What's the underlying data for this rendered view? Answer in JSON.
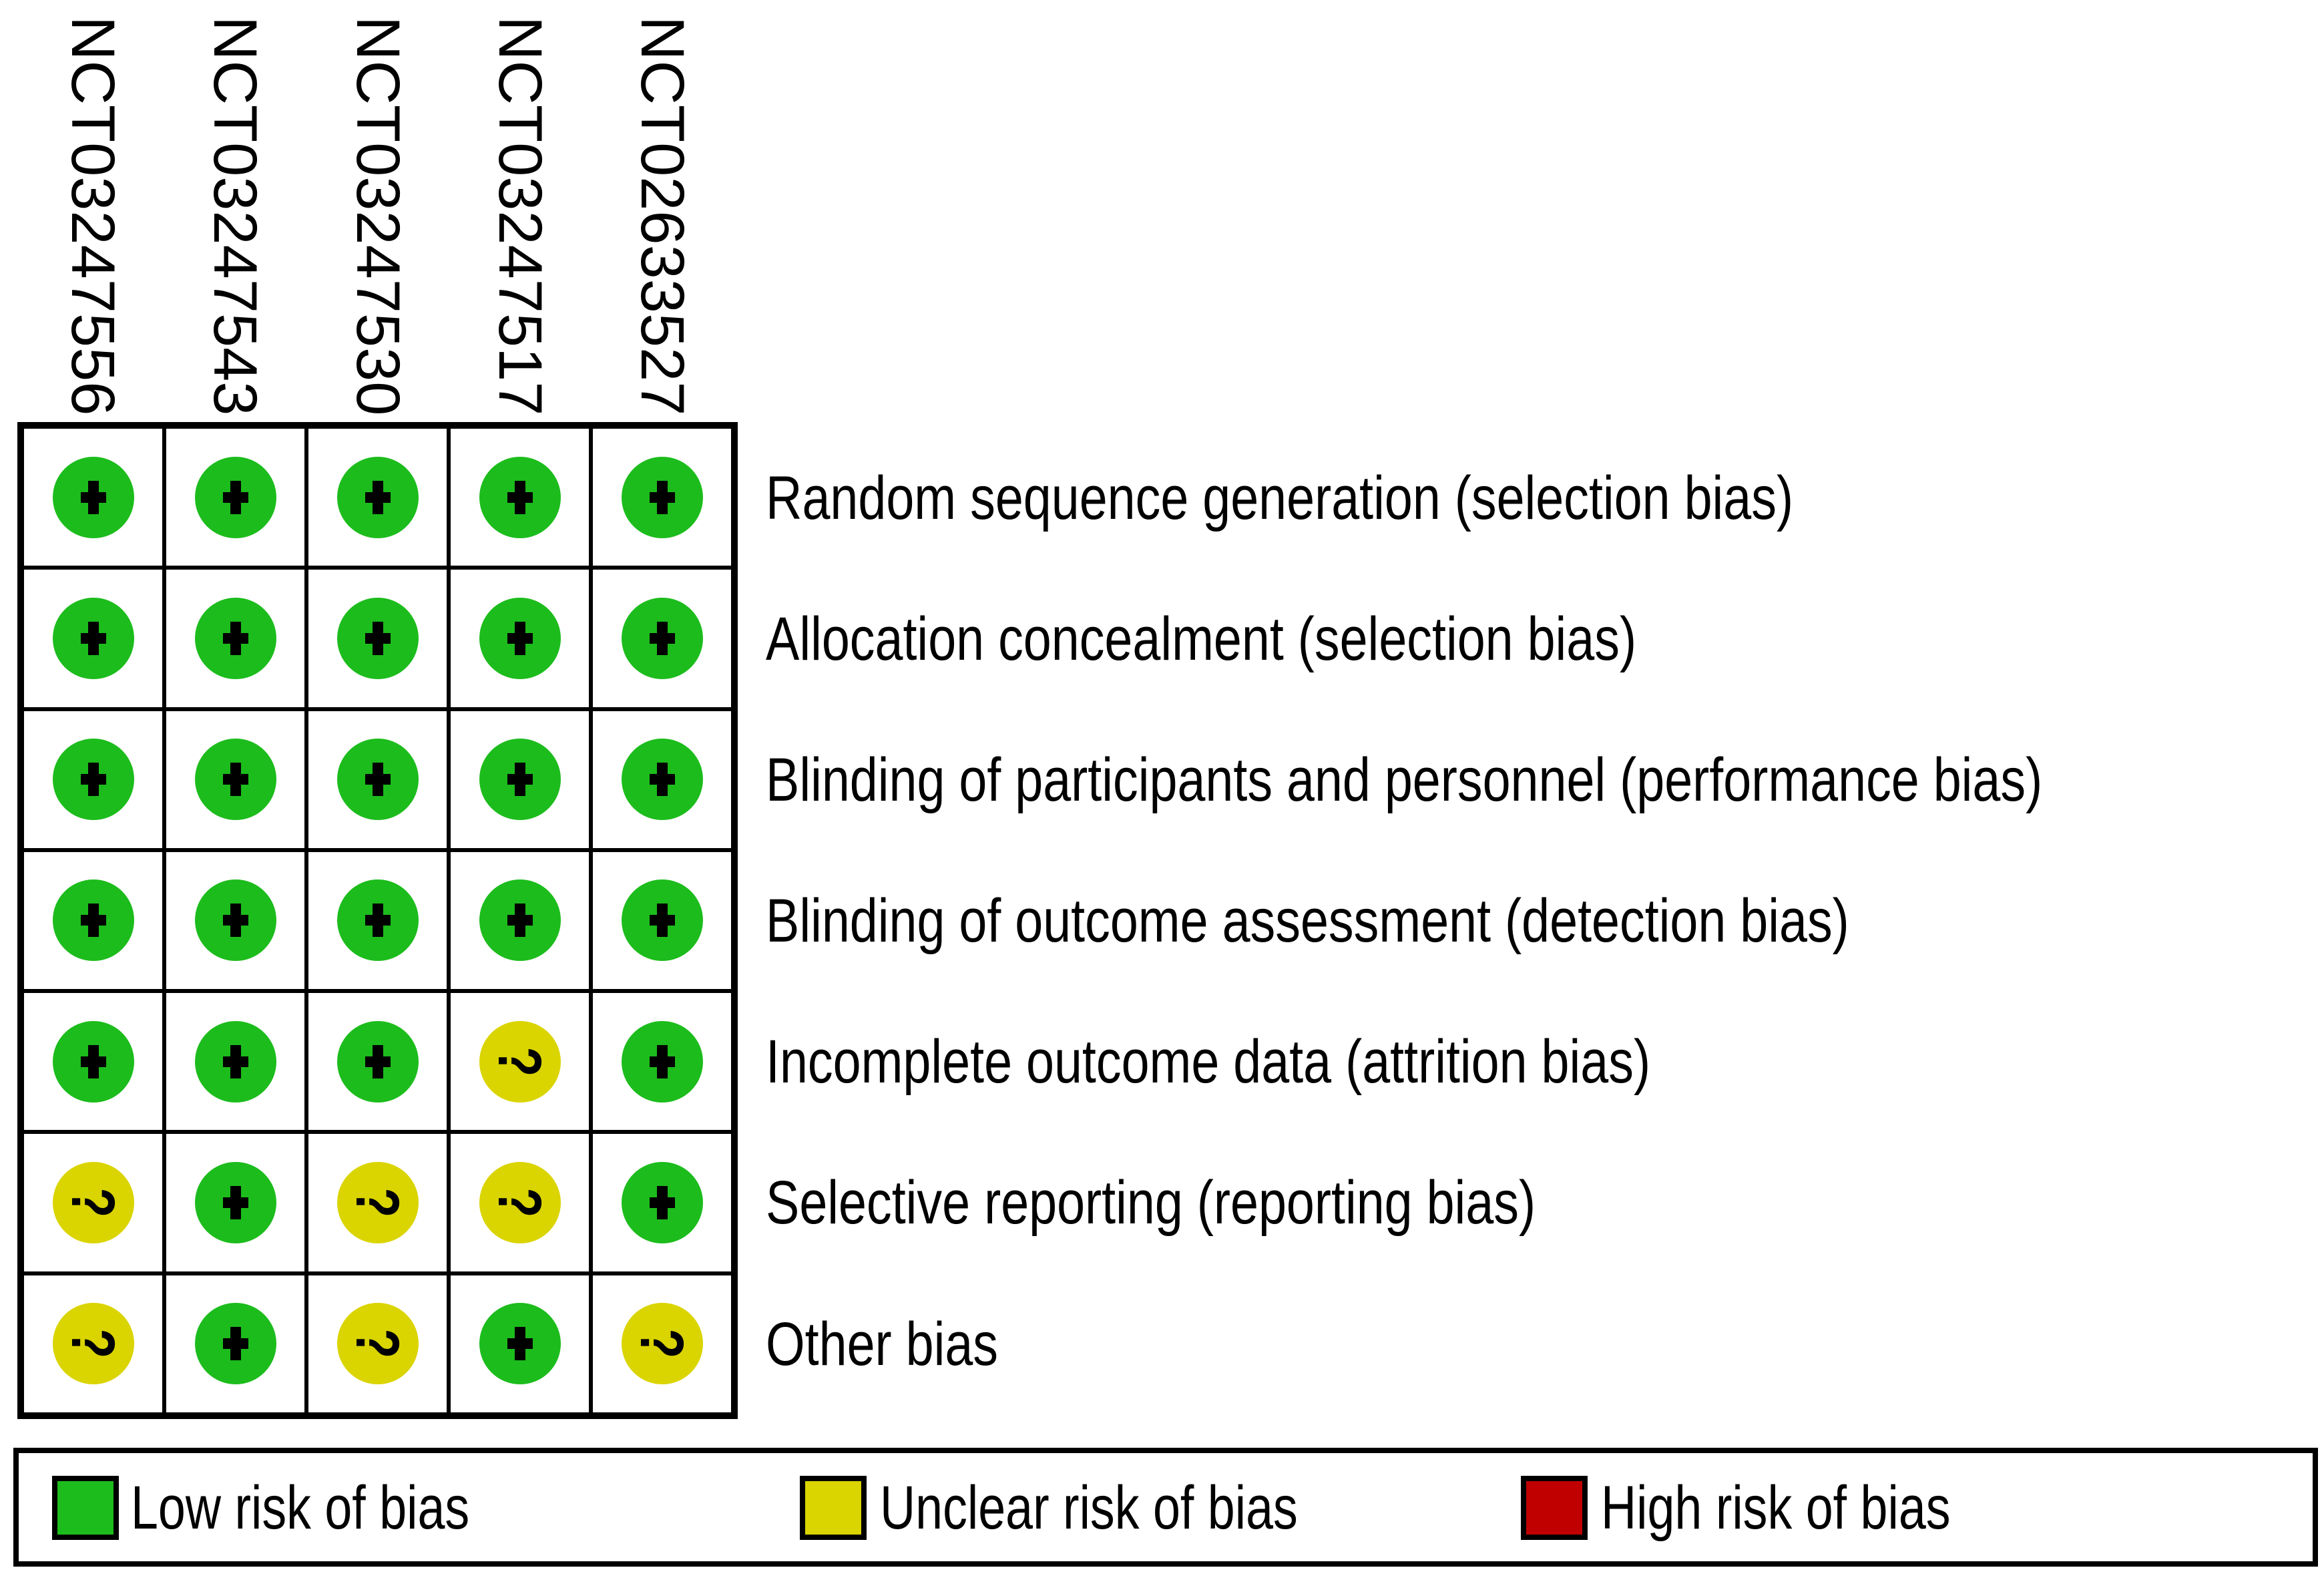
{
  "chart_data": {
    "type": "heatmap",
    "description_of_visual": "risk-of-bias summary grid",
    "columns": [
      "NCT03247556",
      "NCT03247543",
      "NCT03247530",
      "NCT03247517",
      "NCT02633527"
    ],
    "rows": [
      "Random sequence generation (selection bias)",
      "Allocation concealment (selection bias)",
      "Blinding of participants and personnel (performance bias)",
      "Blinding of outcome assessment (detection bias)",
      "Incomplete outcome data (attrition bias)",
      "Selective reporting (reporting bias)",
      "Other bias"
    ],
    "values": [
      [
        "low",
        "low",
        "low",
        "low",
        "low"
      ],
      [
        "low",
        "low",
        "low",
        "low",
        "low"
      ],
      [
        "low",
        "low",
        "low",
        "low",
        "low"
      ],
      [
        "low",
        "low",
        "low",
        "low",
        "low"
      ],
      [
        "low",
        "low",
        "low",
        "unclear",
        "low"
      ],
      [
        "unclear",
        "low",
        "unclear",
        "unclear",
        "low"
      ],
      [
        "unclear",
        "low",
        "unclear",
        "low",
        "unclear"
      ]
    ],
    "symbols": {
      "low": "+",
      "unclear": "?",
      "high": "-"
    },
    "colors": {
      "low": "#1CBC1C",
      "unclear": "#DAD400",
      "high": "#C00000"
    },
    "legend": [
      {
        "key": "low",
        "label": "Low risk of bias"
      },
      {
        "key": "unclear",
        "label": "Unclear risk of bias"
      },
      {
        "key": "high",
        "label": "High risk of bias"
      }
    ],
    "layout": {
      "column_header_rotation_deg": 90,
      "legend_position": "bottom",
      "grid_lines": "on",
      "cell_symbol_rotation_deg": 90
    }
  }
}
